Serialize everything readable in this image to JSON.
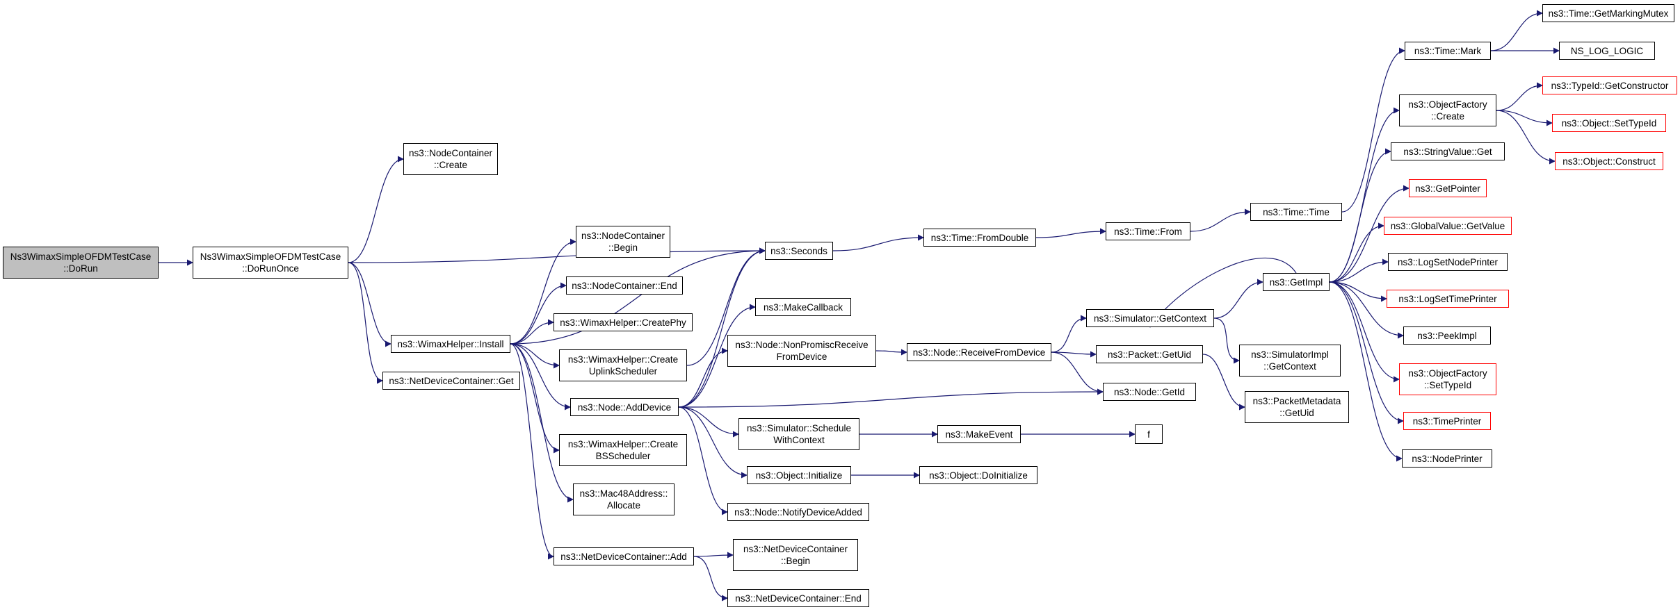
{
  "colors": {
    "edge": "#191970",
    "box_border": "#000000",
    "truncated_border": "#ff0000",
    "root_fill": "#bfbfbf"
  },
  "nodes": {
    "root": {
      "label": "Ns3WimaxSimpleOFDMTestCase\n::DoRun",
      "variant": "root"
    },
    "dorunonce": {
      "label": "Ns3WimaxSimpleOFDMTestCase\n::DoRunOnce"
    },
    "nc_create": {
      "label": "ns3::NodeContainer\n::Create"
    },
    "wh_install": {
      "label": "ns3::WimaxHelper::Install"
    },
    "ndc_get": {
      "label": "ns3::NetDeviceContainer::Get"
    },
    "nc_begin": {
      "label": "ns3::NodeContainer\n::Begin"
    },
    "nc_end": {
      "label": "ns3::NodeContainer::End"
    },
    "wh_createphy": {
      "label": "ns3::WimaxHelper::CreatePhy"
    },
    "wh_createuplink": {
      "label": "ns3::WimaxHelper::Create\nUplinkScheduler"
    },
    "node_adddevice": {
      "label": "ns3::Node::AddDevice"
    },
    "wh_createbs": {
      "label": "ns3::WimaxHelper::Create\nBSScheduler"
    },
    "mac48_allocate": {
      "label": "ns3::Mac48Address::\nAllocate"
    },
    "ndc_add": {
      "label": "ns3::NetDeviceContainer::Add"
    },
    "seconds": {
      "label": "ns3::Seconds"
    },
    "makecallback": {
      "label": "ns3::MakeCallback"
    },
    "node_nonpromisc": {
      "label": "ns3::Node::NonPromiscReceive\nFromDevice"
    },
    "sim_schedwithctx": {
      "label": "ns3::Simulator::Schedule\nWithContext"
    },
    "obj_initialize": {
      "label": "ns3::Object::Initialize"
    },
    "node_notify": {
      "label": "ns3::Node::NotifyDeviceAdded"
    },
    "ndc_begin": {
      "label": "ns3::NetDeviceContainer\n::Begin"
    },
    "ndc_end": {
      "label": "ns3::NetDeviceContainer::End"
    },
    "time_fromdouble": {
      "label": "ns3::Time::FromDouble"
    },
    "node_receivefrom": {
      "label": "ns3::Node::ReceiveFromDevice"
    },
    "makeevent": {
      "label": "ns3::MakeEvent"
    },
    "obj_doinitialize": {
      "label": "ns3::Object::DoInitialize"
    },
    "time_from": {
      "label": "ns3::Time::From"
    },
    "sim_getcontext": {
      "label": "ns3::Simulator::GetContext"
    },
    "packet_getuid": {
      "label": "ns3::Packet::GetUid"
    },
    "node_getid": {
      "label": "ns3::Node::GetId"
    },
    "f": {
      "label": "f"
    },
    "time_time": {
      "label": "ns3::Time::Time"
    },
    "getimpl": {
      "label": "ns3::GetImpl"
    },
    "simimpl_getcontext": {
      "label": "ns3::SimulatorImpl\n::GetContext"
    },
    "pktmeta_getuid": {
      "label": "ns3::PacketMetadata\n::GetUid"
    },
    "time_mark": {
      "label": "ns3::Time::Mark"
    },
    "objfactory_create": {
      "label": "ns3::ObjectFactory\n::Create"
    },
    "stringvalue_get": {
      "label": "ns3::StringValue::Get"
    },
    "getpointer": {
      "label": "ns3::GetPointer",
      "variant": "red"
    },
    "globalvalue_getvalue": {
      "label": "ns3::GlobalValue::GetValue",
      "variant": "red"
    },
    "lognodeprinter": {
      "label": "ns3::LogSetNodePrinter"
    },
    "logtimeprinter": {
      "label": "ns3::LogSetTimePrinter",
      "variant": "red"
    },
    "peekimpl": {
      "label": "ns3::PeekImpl"
    },
    "objfactory_settypeid": {
      "label": "ns3::ObjectFactory\n::SetTypeId",
      "variant": "red"
    },
    "timeprinter": {
      "label": "ns3::TimePrinter",
      "variant": "red"
    },
    "nodeprinter": {
      "label": "ns3::NodePrinter"
    },
    "getmarkingmutex": {
      "label": "ns3::Time::GetMarkingMutex"
    },
    "ns_log_logic": {
      "label": "NS_LOG_LOGIC"
    },
    "typeid_getconstructor": {
      "label": "ns3::TypeId::GetConstructor",
      "variant": "red"
    },
    "object_settypeid": {
      "label": "ns3::Object::SetTypeId",
      "variant": "red"
    },
    "object_construct": {
      "label": "ns3::Object::Construct",
      "variant": "red"
    }
  },
  "edges": [
    [
      "root",
      "dorunonce"
    ],
    [
      "dorunonce",
      "nc_create"
    ],
    [
      "dorunonce",
      "seconds"
    ],
    [
      "dorunonce",
      "wh_install"
    ],
    [
      "dorunonce",
      "ndc_get"
    ],
    [
      "wh_install",
      "nc_begin"
    ],
    [
      "wh_install",
      "nc_end"
    ],
    [
      "wh_install",
      "wh_createphy"
    ],
    [
      "wh_install",
      "wh_createuplink"
    ],
    [
      "wh_install",
      "node_adddevice"
    ],
    [
      "wh_install",
      "wh_createbs"
    ],
    [
      "wh_install",
      "mac48_allocate"
    ],
    [
      "wh_install",
      "ndc_add"
    ],
    [
      "wh_install",
      "seconds"
    ],
    [
      "wh_createuplink",
      "seconds"
    ],
    [
      "node_adddevice",
      "seconds"
    ],
    [
      "node_adddevice",
      "makecallback"
    ],
    [
      "node_adddevice",
      "node_nonpromisc"
    ],
    [
      "node_adddevice",
      "node_getid"
    ],
    [
      "node_adddevice",
      "sim_schedwithctx"
    ],
    [
      "node_adddevice",
      "obj_initialize"
    ],
    [
      "node_adddevice",
      "node_notify"
    ],
    [
      "ndc_add",
      "ndc_begin"
    ],
    [
      "ndc_add",
      "ndc_end"
    ],
    [
      "seconds",
      "time_fromdouble"
    ],
    [
      "time_fromdouble",
      "time_from"
    ],
    [
      "time_from",
      "time_time"
    ],
    [
      "time_time",
      "time_mark"
    ],
    [
      "node_nonpromisc",
      "node_receivefrom"
    ],
    [
      "node_receivefrom",
      "sim_getcontext"
    ],
    [
      "node_receivefrom",
      "packet_getuid"
    ],
    [
      "node_receivefrom",
      "node_getid"
    ],
    [
      "sim_schedwithctx",
      "makeevent"
    ],
    [
      "makeevent",
      "f"
    ],
    [
      "obj_initialize",
      "obj_doinitialize"
    ],
    [
      "sim_getcontext",
      "getimpl"
    ],
    [
      "sim_getcontext",
      "simimpl_getcontext"
    ],
    [
      "packet_getuid",
      "pktmeta_getuid"
    ],
    [
      "getimpl",
      "objfactory_create"
    ],
    [
      "getimpl",
      "stringvalue_get"
    ],
    [
      "getimpl",
      "getpointer"
    ],
    [
      "getimpl",
      "globalvalue_getvalue"
    ],
    [
      "getimpl",
      "lognodeprinter"
    ],
    [
      "getimpl",
      "logtimeprinter"
    ],
    [
      "getimpl",
      "peekimpl"
    ],
    [
      "getimpl",
      "objfactory_settypeid"
    ],
    [
      "getimpl",
      "timeprinter"
    ],
    [
      "getimpl",
      "nodeprinter"
    ],
    [
      "getimpl",
      "sim_getcontext"
    ],
    [
      "time_mark",
      "getmarkingmutex"
    ],
    [
      "time_mark",
      "ns_log_logic"
    ],
    [
      "objfactory_create",
      "typeid_getconstructor"
    ],
    [
      "objfactory_create",
      "object_settypeid"
    ],
    [
      "objfactory_create",
      "object_construct"
    ]
  ]
}
